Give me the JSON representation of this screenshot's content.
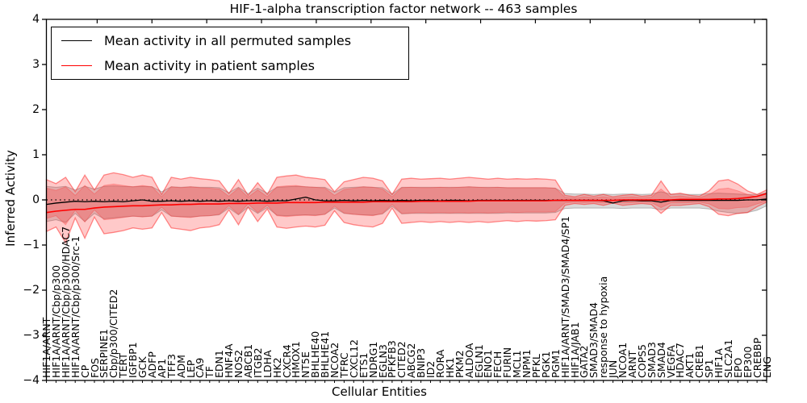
{
  "title": "HIF-1-alpha transcription factor network -- 463 samples",
  "legend": {
    "entries": [
      {
        "label": "Mean activity in all permuted samples",
        "color": "#000000"
      },
      {
        "label": "Mean activity in patient samples",
        "color": "#ff0000"
      }
    ]
  },
  "axes": {
    "xlabel": "Cellular Entities",
    "ylabel": "Inferred Activity",
    "ytick_labels": [
      "4",
      "3",
      "2",
      "1",
      "0",
      "−1",
      "−2",
      "−3",
      "−4"
    ],
    "ytick_values": [
      4,
      3,
      2,
      1,
      0,
      -1,
      -2,
      -3,
      -4
    ]
  },
  "colors": {
    "permuted_line": "#000000",
    "patient_line": "#ff0000",
    "patient_band_fill": "rgba(255,40,40,0.25)",
    "patient_band_edge": "rgba(255,30,30,0.5)",
    "permuted_band_fill": "rgba(128,128,128,0.30)",
    "permuted_band_edge": "rgba(110,110,110,0.45)",
    "zero_line": "#000000",
    "frame": "#000000"
  },
  "chart_data": {
    "type": "line",
    "title": "HIF-1-alpha transcription factor network -- 463 samples",
    "xlabel": "Cellular Entities",
    "ylabel": "Inferred Activity",
    "ylim": [
      -4,
      4
    ],
    "grid": false,
    "legend_position": "upper left",
    "zero_line": 0,
    "categories": [
      "HIF1A/ARNT",
      "HIF1A/ARNT/Cbp/p300",
      "HIF1A/ARNT/Cbp/p300/HDAC7",
      "HIF1A/ARNT/Cbp/p300/Src-1",
      "CP",
      "FOS",
      "SERPINE1",
      "Cbp/p300/CITED2",
      "TERT",
      "IGFBP1",
      "GCK",
      "ADFP",
      "AP1",
      "TFF3",
      "ADM",
      "LEP",
      "CA9",
      "TF",
      "EDN1",
      "HNF4A",
      "NOS2",
      "ABCB1",
      "ITGB2",
      "LDHA",
      "HK2",
      "CXCR4",
      "HMOX1",
      "NT5E",
      "BHLHE40",
      "BHLHE41",
      "NCOA2",
      "TFRC",
      "CXCL12",
      "ETS1",
      "NDRG1",
      "EGLN3",
      "PFKFB3",
      "CITED2",
      "ABCG2",
      "BNIP3",
      "ID2",
      "RORA",
      "HK1",
      "PKM2",
      "ALDOA",
      "EGLN1",
      "ENO1",
      "FECH",
      "FURIN",
      "MCL1",
      "NPM1",
      "PFKL",
      "PGK1",
      "PGM1",
      "HIF1A/ARNT/SMAD3/SMAD4/SP1",
      "HIF1A/JAB1",
      "GATA2",
      "SMAD3/SMAD4",
      "response to hypoxia",
      "JUN",
      "NCOA1",
      "ARNT",
      "COPS5",
      "SMAD3",
      "SMAD4",
      "VEGFA",
      "HDAC7",
      "AKT1",
      "CREB1",
      "SP1",
      "HIF1A",
      "SLC2A1",
      "EPO",
      "EP300",
      "CREBBP",
      "ENG"
    ],
    "series": [
      {
        "name": "Mean activity in all permuted samples",
        "color": "#000000",
        "values": [
          -0.1,
          -0.07,
          -0.05,
          -0.03,
          -0.04,
          -0.03,
          -0.04,
          -0.03,
          -0.04,
          -0.02,
          0.0,
          -0.03,
          -0.03,
          -0.02,
          -0.03,
          -0.02,
          -0.03,
          -0.02,
          -0.03,
          -0.02,
          -0.03,
          -0.02,
          -0.02,
          -0.03,
          -0.02,
          -0.02,
          0.02,
          0.06,
          0.0,
          -0.02,
          -0.02,
          -0.01,
          -0.02,
          -0.01,
          -0.02,
          -0.01,
          -0.02,
          -0.01,
          -0.02,
          -0.01,
          -0.01,
          -0.02,
          -0.01,
          -0.01,
          -0.02,
          -0.01,
          -0.01,
          -0.01,
          -0.01,
          -0.01,
          -0.01,
          -0.01,
          -0.01,
          -0.01,
          -0.01,
          -0.01,
          -0.01,
          -0.01,
          -0.02,
          -0.07,
          -0.02,
          -0.01,
          -0.02,
          -0.02,
          -0.05,
          -0.01,
          -0.01,
          -0.01,
          -0.01,
          -0.01,
          -0.01,
          -0.01,
          -0.01,
          0.0,
          0.0,
          0.02
        ]
      },
      {
        "name": "Mean activity in patient samples",
        "color": "#ff0000",
        "values": [
          -0.28,
          -0.25,
          -0.23,
          -0.21,
          -0.21,
          -0.18,
          -0.16,
          -0.15,
          -0.14,
          -0.13,
          -0.13,
          -0.12,
          -0.11,
          -0.11,
          -0.1,
          -0.1,
          -0.09,
          -0.09,
          -0.09,
          -0.08,
          -0.08,
          -0.08,
          -0.07,
          -0.07,
          -0.07,
          -0.06,
          -0.06,
          -0.06,
          -0.06,
          -0.05,
          -0.05,
          -0.05,
          -0.05,
          -0.05,
          -0.04,
          -0.04,
          -0.04,
          -0.04,
          -0.04,
          -0.03,
          -0.03,
          -0.03,
          -0.03,
          -0.03,
          -0.03,
          -0.02,
          -0.02,
          -0.02,
          -0.02,
          -0.02,
          -0.02,
          -0.02,
          -0.02,
          -0.01,
          -0.01,
          -0.01,
          -0.01,
          -0.01,
          -0.01,
          -0.01,
          0.0,
          0.0,
          0.0,
          0.0,
          0.0,
          0.0,
          0.01,
          0.01,
          0.01,
          0.01,
          0.02,
          0.02,
          0.03,
          0.05,
          0.08,
          0.14
        ]
      }
    ],
    "bands": {
      "patient_outer": {
        "upper": [
          0.45,
          0.36,
          0.5,
          0.18,
          0.55,
          0.22,
          0.55,
          0.6,
          0.56,
          0.5,
          0.55,
          0.5,
          0.12,
          0.5,
          0.46,
          0.5,
          0.47,
          0.45,
          0.42,
          0.14,
          0.45,
          0.1,
          0.38,
          0.12,
          0.5,
          0.53,
          0.55,
          0.5,
          0.48,
          0.45,
          0.18,
          0.4,
          0.45,
          0.5,
          0.48,
          0.42,
          0.12,
          0.46,
          0.48,
          0.46,
          0.47,
          0.48,
          0.46,
          0.48,
          0.5,
          0.48,
          0.46,
          0.48,
          0.46,
          0.47,
          0.46,
          0.47,
          0.46,
          0.44,
          0.1,
          0.07,
          0.12,
          0.08,
          0.12,
          0.07,
          0.1,
          0.12,
          0.08,
          0.1,
          0.42,
          0.12,
          0.15,
          0.1,
          0.08,
          0.2,
          0.42,
          0.45,
          0.35,
          0.2,
          0.12,
          0.22
        ],
        "lower": [
          -0.7,
          -0.6,
          -0.95,
          -0.4,
          -0.85,
          -0.38,
          -0.75,
          -0.72,
          -0.68,
          -0.62,
          -0.65,
          -0.62,
          -0.28,
          -0.62,
          -0.65,
          -0.68,
          -0.62,
          -0.6,
          -0.55,
          -0.22,
          -0.55,
          -0.16,
          -0.48,
          -0.2,
          -0.6,
          -0.63,
          -0.6,
          -0.58,
          -0.6,
          -0.56,
          -0.24,
          -0.5,
          -0.55,
          -0.58,
          -0.6,
          -0.52,
          -0.18,
          -0.52,
          -0.5,
          -0.48,
          -0.5,
          -0.48,
          -0.5,
          -0.48,
          -0.5,
          -0.48,
          -0.5,
          -0.48,
          -0.46,
          -0.48,
          -0.46,
          -0.47,
          -0.46,
          -0.44,
          -0.12,
          -0.08,
          -0.1,
          -0.08,
          -0.12,
          -0.07,
          -0.12,
          -0.1,
          -0.08,
          -0.1,
          -0.3,
          -0.12,
          -0.12,
          -0.1,
          -0.08,
          -0.15,
          -0.32,
          -0.35,
          -0.3,
          -0.28,
          -0.15,
          -0.05
        ]
      },
      "patient_inner": {
        "upper": [
          0.26,
          0.21,
          0.29,
          0.1,
          0.32,
          0.13,
          0.32,
          0.35,
          0.32,
          0.29,
          0.32,
          0.29,
          0.07,
          0.29,
          0.27,
          0.29,
          0.27,
          0.26,
          0.24,
          0.08,
          0.26,
          0.06,
          0.22,
          0.07,
          0.29,
          0.31,
          0.32,
          0.29,
          0.28,
          0.26,
          0.1,
          0.23,
          0.26,
          0.29,
          0.28,
          0.24,
          0.07,
          0.27,
          0.28,
          0.27,
          0.27,
          0.28,
          0.27,
          0.28,
          0.29,
          0.28,
          0.27,
          0.28,
          0.27,
          0.27,
          0.27,
          0.27,
          0.27,
          0.26,
          0.06,
          0.04,
          0.07,
          0.05,
          0.07,
          0.04,
          0.06,
          0.07,
          0.05,
          0.06,
          0.24,
          0.07,
          0.09,
          0.06,
          0.05,
          0.12,
          0.24,
          0.26,
          0.2,
          0.12,
          0.07,
          0.13
        ],
        "lower": [
          -0.41,
          -0.35,
          -0.55,
          -0.23,
          -0.49,
          -0.22,
          -0.44,
          -0.42,
          -0.39,
          -0.36,
          -0.38,
          -0.36,
          -0.16,
          -0.36,
          -0.38,
          -0.39,
          -0.36,
          -0.35,
          -0.32,
          -0.13,
          -0.32,
          -0.09,
          -0.28,
          -0.12,
          -0.35,
          -0.37,
          -0.35,
          -0.34,
          -0.35,
          -0.32,
          -0.14,
          -0.29,
          -0.32,
          -0.34,
          -0.35,
          -0.3,
          -0.1,
          -0.3,
          -0.29,
          -0.28,
          -0.29,
          -0.28,
          -0.29,
          -0.28,
          -0.29,
          -0.28,
          -0.29,
          -0.28,
          -0.27,
          -0.28,
          -0.27,
          -0.27,
          -0.27,
          -0.26,
          -0.07,
          -0.05,
          -0.06,
          -0.05,
          -0.07,
          -0.04,
          -0.07,
          -0.06,
          -0.05,
          -0.06,
          -0.17,
          -0.07,
          -0.07,
          -0.06,
          -0.05,
          -0.09,
          -0.19,
          -0.2,
          -0.17,
          -0.16,
          -0.09,
          -0.03
        ]
      },
      "permuted": {
        "upper": [
          0.3,
          0.28,
          0.3,
          0.22,
          0.3,
          0.24,
          0.3,
          0.31,
          0.3,
          0.29,
          0.3,
          0.29,
          0.18,
          0.29,
          0.28,
          0.29,
          0.28,
          0.28,
          0.27,
          0.16,
          0.28,
          0.14,
          0.26,
          0.15,
          0.28,
          0.29,
          0.3,
          0.29,
          0.28,
          0.28,
          0.17,
          0.27,
          0.28,
          0.29,
          0.28,
          0.27,
          0.13,
          0.28,
          0.28,
          0.28,
          0.28,
          0.28,
          0.28,
          0.28,
          0.29,
          0.28,
          0.28,
          0.28,
          0.27,
          0.27,
          0.27,
          0.27,
          0.27,
          0.26,
          0.14,
          0.13,
          0.13,
          0.12,
          0.13,
          0.12,
          0.13,
          0.13,
          0.12,
          0.13,
          0.18,
          0.13,
          0.13,
          0.12,
          0.12,
          0.14,
          0.15,
          0.14,
          0.13,
          0.12,
          0.12,
          0.16
        ],
        "lower": [
          -0.48,
          -0.44,
          -0.5,
          -0.3,
          -0.48,
          -0.3,
          -0.42,
          -0.4,
          -0.38,
          -0.36,
          -0.37,
          -0.36,
          -0.22,
          -0.36,
          -0.37,
          -0.38,
          -0.36,
          -0.35,
          -0.33,
          -0.18,
          -0.33,
          -0.16,
          -0.3,
          -0.17,
          -0.34,
          -0.35,
          -0.34,
          -0.33,
          -0.34,
          -0.32,
          -0.18,
          -0.3,
          -0.32,
          -0.33,
          -0.34,
          -0.31,
          -0.14,
          -0.31,
          -0.3,
          -0.3,
          -0.3,
          -0.3,
          -0.3,
          -0.3,
          -0.3,
          -0.3,
          -0.3,
          -0.3,
          -0.29,
          -0.29,
          -0.29,
          -0.29,
          -0.29,
          -0.28,
          -0.19,
          -0.18,
          -0.18,
          -0.18,
          -0.18,
          -0.18,
          -0.19,
          -0.18,
          -0.18,
          -0.18,
          -0.22,
          -0.18,
          -0.18,
          -0.18,
          -0.18,
          -0.2,
          -0.25,
          -0.28,
          -0.3,
          -0.28,
          -0.23,
          -0.13
        ]
      }
    }
  }
}
